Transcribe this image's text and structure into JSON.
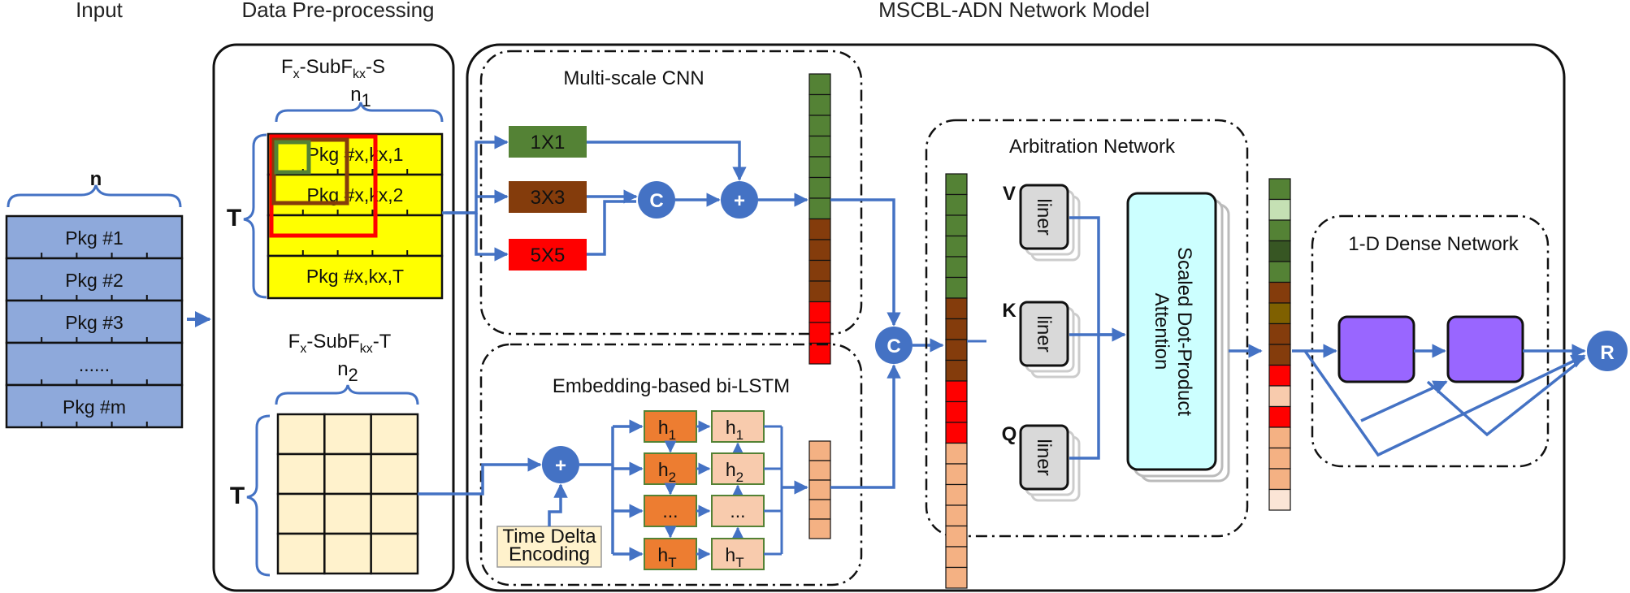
{
  "headers": {
    "input": "Input",
    "preprocessing": "Data Pre-processing",
    "model": "MSCBL-ADN Network Model"
  },
  "input_panel": {
    "n_label": "n",
    "rows": [
      "Pkg #1",
      "Pkg #2",
      "Pkg #3",
      "......",
      "Pkg #m"
    ]
  },
  "subflow_s": {
    "title_main": "F",
    "title_sub1": "x",
    "title_mid": "-SubF",
    "title_sub2": "kx",
    "title_end": "-S",
    "n_main": "n",
    "n_sub": "1",
    "T_label": "T",
    "rows": [
      "Pkg #x,kx,1",
      "Pkg #x,kx,2",
      "",
      "Pkg #x,kx,T"
    ]
  },
  "subflow_t": {
    "title_main": "F",
    "title_sub1": "x",
    "title_mid": "-SubF",
    "title_sub2": "kx",
    "title_end": "-T",
    "n_main": "n",
    "n_sub": "2",
    "T_label": "T"
  },
  "cnn": {
    "title": "Multi-scale CNN",
    "k1": "1X1",
    "k3": "3X3",
    "k5": "5X5",
    "concat": "C",
    "add": "+"
  },
  "lstm": {
    "title": "Embedding-based bi-LSTM",
    "add": "+",
    "time_delta_line1": "Time Delta",
    "time_delta_line2": "Encoding",
    "h": "h",
    "subs": [
      "1",
      "2",
      "...",
      "T"
    ]
  },
  "concat_main": "C",
  "arbitration": {
    "title": "Arbitration Network",
    "v": "V",
    "k": "K",
    "q": "Q",
    "liner": "liner",
    "attention_line1": "Scaled Dot-Product",
    "attention_line2": "Attention"
  },
  "dense": {
    "title": "1-D Dense Network",
    "output": "R"
  },
  "colors": {
    "arrow": "#4472c4",
    "pkg_fill": "#8ea9db",
    "yellow": "#ffff00",
    "cream": "#fff2cc",
    "green": "#548235",
    "brown": "#843c0c",
    "red": "#ff0000",
    "peach": "#f4b183",
    "orange": "#ed7d31",
    "light_peach": "#f8cbad",
    "purple": "#9966ff",
    "cyan": "#ccffff",
    "liner_gray": "#d9d9d9",
    "circle": "#4472c4"
  }
}
